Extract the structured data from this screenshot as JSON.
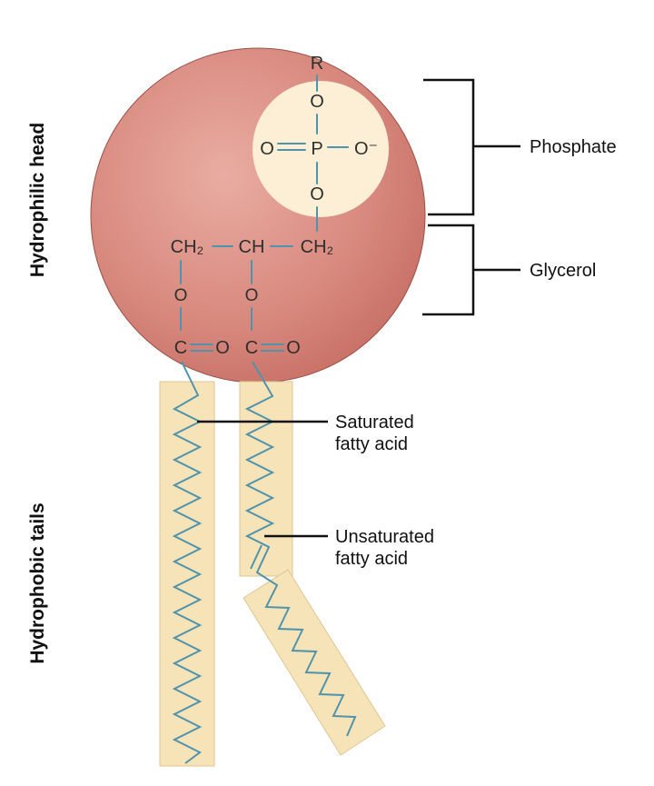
{
  "labels": {
    "hydrophilic_head": "Hydrophilic head",
    "hydrophobic_tails": "Hydrophobic tails",
    "phosphate": "Phosphate",
    "glycerol": "Glycerol",
    "saturated_line1": "Saturated",
    "saturated_line2": "fatty acid",
    "unsaturated_line1": "Unsaturated",
    "unsaturated_line2": "fatty acid"
  },
  "chemistry": {
    "r_group": "R",
    "o_top": "O",
    "o_left_of_p": "O",
    "p_center": "P",
    "o_minus": "O⁻",
    "o_below_p": "O",
    "ch2_left": "CH₂",
    "ch_mid": "CH",
    "ch2_right": "CH₂",
    "o_ester_left": "O",
    "o_ester_mid": "O",
    "c_left": "C",
    "o_carbonyl_left": "O",
    "c_mid": "C",
    "o_carbonyl_mid": "O"
  },
  "colors": {
    "head_fill": "#d98a7f",
    "head_edge": "#9c5049",
    "head_highlight": "#e7a89e",
    "phosphate_circle": "#fcefd5",
    "bond": "#4f94ac",
    "zigzag": "#4f94ac",
    "tail_fill": "#f7e3b8",
    "text": "#2e2e2e"
  }
}
